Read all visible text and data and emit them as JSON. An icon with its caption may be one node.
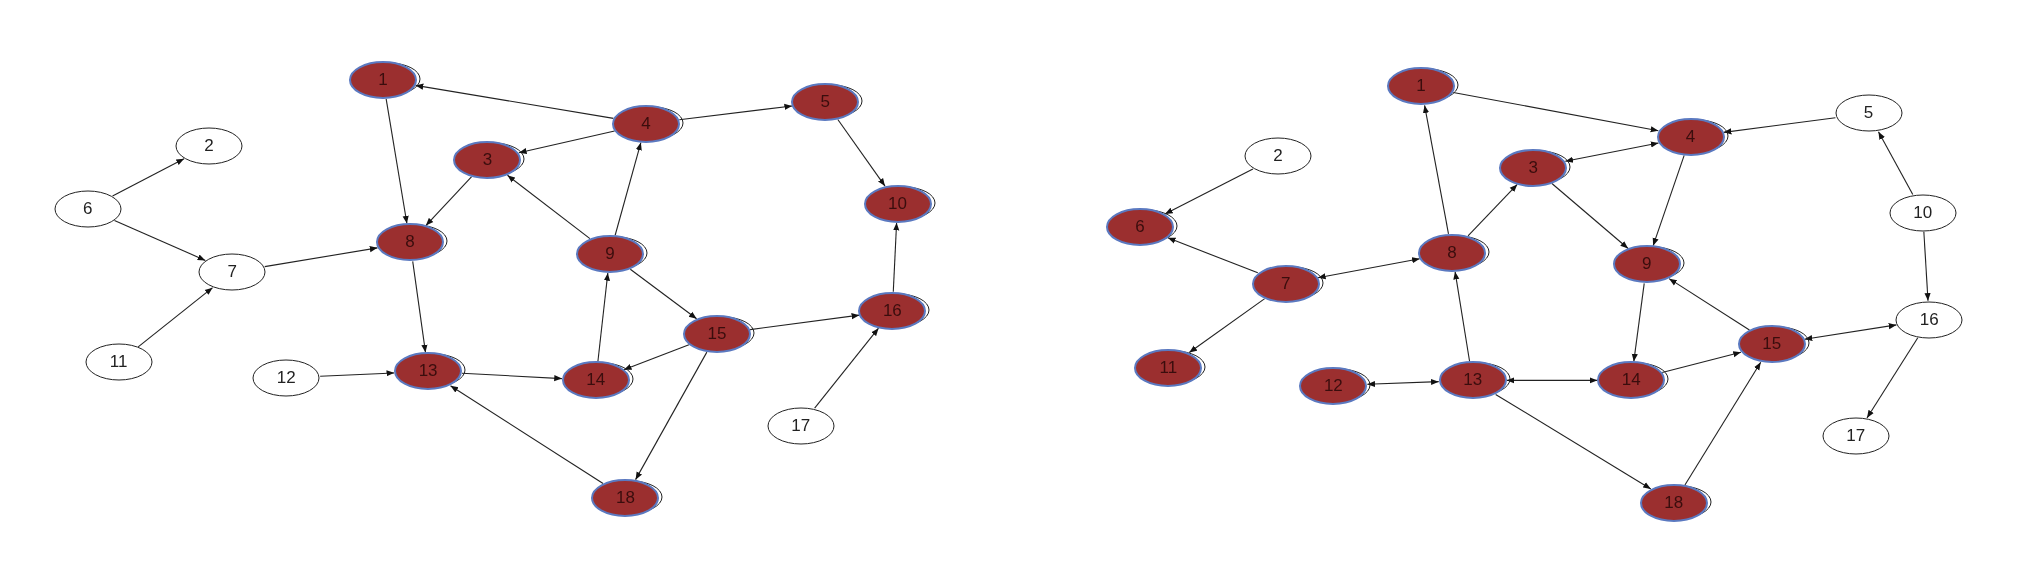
{
  "diagram": {
    "nodes": [
      {
        "text": [
          "1"
        ]
      },
      {
        "text": [
          "2"
        ]
      },
      {
        "text": [
          "3"
        ]
      },
      {
        "text": [
          "4"
        ]
      },
      {
        "text": [
          "5"
        ]
      },
      {
        "text": [
          "6"
        ]
      },
      {
        "text": [
          "7"
        ]
      },
      {
        "text": [
          "8"
        ]
      },
      {
        "text": [
          "9"
        ]
      },
      {
        "text": [
          "10"
        ]
      },
      {
        "text": [
          "11"
        ]
      },
      {
        "text": [
          "12"
        ]
      },
      {
        "text": [
          "13"
        ]
      },
      {
        "text": [
          "14"
        ]
      },
      {
        "text": [
          "15"
        ]
      },
      {
        "text": [
          "16"
        ]
      },
      {
        "text": [
          "17"
        ]
      },
      {
        "text": [
          "18"
        ]
      },
      {
        "text": [
          "1"
        ]
      },
      {
        "text": [
          "2"
        ]
      },
      {
        "text": [
          "3"
        ]
      },
      {
        "text": [
          "4"
        ]
      },
      {
        "text": [
          "5"
        ]
      },
      {
        "text": [
          "6"
        ]
      },
      {
        "text": [
          "7"
        ]
      },
      {
        "text": [
          "8"
        ]
      },
      {
        "text": [
          "9"
        ]
      },
      {
        "text": [
          "10"
        ]
      },
      {
        "text": [
          "11"
        ]
      },
      {
        "text": [
          "12"
        ]
      },
      {
        "text": [
          "13"
        ]
      },
      {
        "text": [
          "14"
        ]
      },
      {
        "text": [
          "15"
        ]
      },
      {
        "text": [
          "16"
        ]
      },
      {
        "text": [
          "17"
        ]
      },
      {
        "text": [
          "18"
        ]
      }
    ],
    "edges": [
      {
        "from": 3,
        "to": 0,
        "arrow": "to"
      },
      {
        "from": 3,
        "to": 2,
        "arrow": "to"
      },
      {
        "from": 3,
        "to": 4,
        "arrow": "to"
      },
      {
        "from": 0,
        "to": 7,
        "arrow": "to"
      },
      {
        "from": 2,
        "to": 7,
        "arrow": "to"
      },
      {
        "from": 8,
        "to": 2,
        "arrow": "to"
      },
      {
        "from": 8,
        "to": 3,
        "arrow": "to"
      },
      {
        "from": 4,
        "to": 9,
        "arrow": "to"
      },
      {
        "from": 5,
        "to": 1,
        "arrow": "to"
      },
      {
        "from": 5,
        "to": 6,
        "arrow": "to"
      },
      {
        "from": 6,
        "to": 7,
        "arrow": "to"
      },
      {
        "from": 10,
        "to": 6,
        "arrow": "to"
      },
      {
        "from": 7,
        "to": 12,
        "arrow": "to"
      },
      {
        "from": 11,
        "to": 12,
        "arrow": "to"
      },
      {
        "from": 12,
        "to": 13,
        "arrow": "to"
      },
      {
        "from": 13,
        "to": 8,
        "arrow": "to"
      },
      {
        "from": 8,
        "to": 14,
        "arrow": "to"
      },
      {
        "from": 14,
        "to": 13,
        "arrow": "to"
      },
      {
        "from": 14,
        "to": 15,
        "arrow": "to"
      },
      {
        "from": 14,
        "to": 17,
        "arrow": "to"
      },
      {
        "from": 15,
        "to": 9,
        "arrow": "to"
      },
      {
        "from": 16,
        "to": 15,
        "arrow": "to"
      },
      {
        "from": 17,
        "to": 12,
        "arrow": "to"
      },
      {
        "from": 18,
        "to": 21,
        "arrow": "to"
      },
      {
        "from": 22,
        "to": 21,
        "arrow": "to"
      },
      {
        "from": 20,
        "to": 21,
        "arrow": "both"
      },
      {
        "from": 19,
        "to": 23,
        "arrow": "to"
      },
      {
        "from": 24,
        "to": 23,
        "arrow": "to"
      },
      {
        "from": 25,
        "to": 18,
        "arrow": "to"
      },
      {
        "from": 25,
        "to": 20,
        "arrow": "to"
      },
      {
        "from": 25,
        "to": 24,
        "arrow": "both"
      },
      {
        "from": 20,
        "to": 26,
        "arrow": "to"
      },
      {
        "from": 21,
        "to": 26,
        "arrow": "to"
      },
      {
        "from": 32,
        "to": 26,
        "arrow": "to"
      },
      {
        "from": 27,
        "to": 22,
        "arrow": "to"
      },
      {
        "from": 27,
        "to": 33,
        "arrow": "to"
      },
      {
        "from": 24,
        "to": 28,
        "arrow": "to"
      },
      {
        "from": 30,
        "to": 25,
        "arrow": "to"
      },
      {
        "from": 26,
        "to": 31,
        "arrow": "to"
      },
      {
        "from": 31,
        "to": 32,
        "arrow": "to"
      },
      {
        "from": 33,
        "to": 32,
        "arrow": "both"
      },
      {
        "from": 30,
        "to": 29,
        "arrow": "both"
      },
      {
        "from": 31,
        "to": 30,
        "arrow": "both"
      },
      {
        "from": 30,
        "to": 35,
        "arrow": "to"
      },
      {
        "from": 35,
        "to": 32,
        "arrow": "to"
      },
      {
        "from": 33,
        "to": 34,
        "arrow": "to"
      }
    ]
  }
}
